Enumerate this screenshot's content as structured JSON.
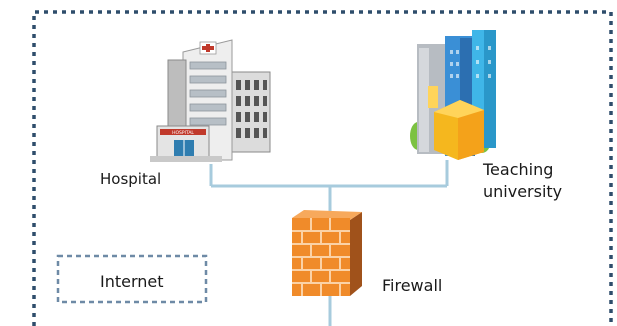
{
  "nodes": {
    "hospital": {
      "label": "Hospital",
      "sign": "HOSPITAL",
      "icon": "hospital-building-icon"
    },
    "university": {
      "line1": "Teaching",
      "line2": "university",
      "icon": "office-buildings-icon"
    },
    "firewall": {
      "label": "Firewall",
      "icon": "brick-wall-firewall-icon"
    },
    "internet": {
      "label": "Internet"
    }
  },
  "colors": {
    "network_boundary": "#2e4d6b",
    "connector": "#a7cbdd",
    "firewall": "#f08b2a",
    "hospital_accent": "#c0392b"
  }
}
